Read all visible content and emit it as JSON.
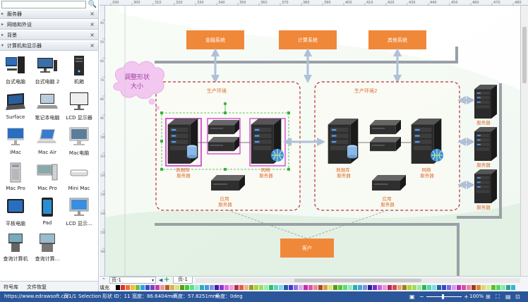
{
  "library": {
    "categories": [
      {
        "label": "服务器"
      },
      {
        "label": "网络和外设"
      },
      {
        "label": "背景"
      },
      {
        "label": "计算机和显示器"
      }
    ],
    "shapes": [
      {
        "label": "台式电脑",
        "icon": "desktop-pc-icon"
      },
      {
        "label": "台式电脑 2",
        "icon": "desktop-pc-2-icon"
      },
      {
        "label": "机箱",
        "icon": "tower-case-icon"
      },
      {
        "label": "Surface",
        "icon": "surface-icon"
      },
      {
        "label": "笔记本电脑",
        "icon": "laptop-icon"
      },
      {
        "label": "LCD 显示器",
        "icon": "lcd-monitor-icon"
      },
      {
        "label": "iMac",
        "icon": "imac-icon"
      },
      {
        "label": "Mac Air",
        "icon": "mac-air-icon"
      },
      {
        "label": "Mac电脑",
        "icon": "mac-computer-icon"
      },
      {
        "label": "Mac Pro",
        "icon": "mac-pro-icon"
      },
      {
        "label": "Mac Pro",
        "icon": "mac-pro-2-icon"
      },
      {
        "label": "Mini Mac",
        "icon": "mini-mac-icon"
      },
      {
        "label": "平板电脑",
        "icon": "tablet-icon"
      },
      {
        "label": "Pad",
        "icon": "pad-icon"
      },
      {
        "label": "LCD 显示...",
        "icon": "lcd-monitor-2-icon"
      },
      {
        "label": "查询计算机",
        "icon": "kiosk-icon"
      },
      {
        "label": "查询计算...",
        "icon": "kiosk-2-icon"
      }
    ],
    "bottom_tabs": [
      "符号库",
      "文件恢复"
    ]
  },
  "ruler": {
    "top_ticks": [
      "290",
      "300",
      "310",
      "320",
      "330",
      "340",
      "350",
      "360",
      "370",
      "380",
      "390",
      "400",
      "410",
      "420",
      "430",
      "440",
      "450",
      "460",
      "470",
      "480"
    ],
    "left_ticks": [
      "40",
      "50",
      "60",
      "70",
      "80",
      "90",
      "100",
      "110",
      "120",
      "130",
      "140",
      "150",
      "160"
    ]
  },
  "diagram": {
    "top_boxes": [
      "金融系统",
      "计算系统",
      "其他系统"
    ],
    "callout": {
      "line1": "调整形状",
      "line2": "大小"
    },
    "env_left": "生产环境",
    "env_right": "生产环境2",
    "db_server": "数据库\n服务器",
    "web_server": "网络\n服务器",
    "app_server": "应用\n服务器",
    "server": "服务器",
    "client_box": "客户"
  },
  "pagebar": {
    "page_select": "页-1",
    "add_label": "+",
    "page_tab": "页-1"
  },
  "palette": {
    "label": "填充",
    "colors": [
      "#ffffff",
      "#000000",
      "#e03030",
      "#f07030",
      "#f0c030",
      "#70c040",
      "#30a0e0",
      "#3050d0",
      "#8040c0",
      "#c040a0"
    ]
  },
  "status": {
    "url": "https://www.edrawsoft.cn/",
    "page": "页1/1",
    "selection": "Selection",
    "shape_id": "形状 ID：11",
    "width": "宽度：86.6404mm",
    "height": "高度：57.8251mm",
    "angle": "角度：0deg",
    "zoom": "100%"
  }
}
